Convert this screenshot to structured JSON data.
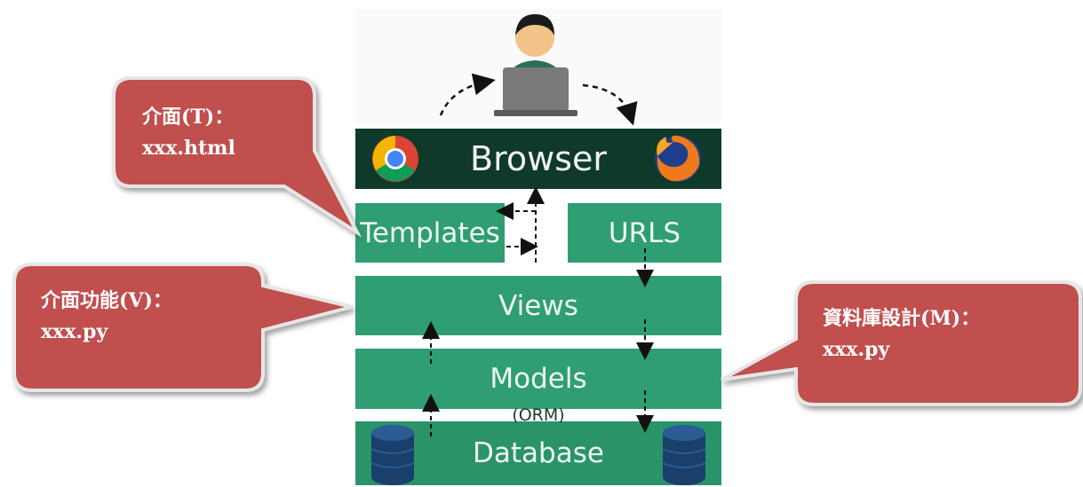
{
  "diagram": {
    "browser": {
      "label": "Browser"
    },
    "blocks": {
      "templates": "Templates",
      "urls": "URLS",
      "views": "Views",
      "models": "Models",
      "models_sub": "(ORM)",
      "database": "Database"
    },
    "callouts": [
      {
        "id": "templates-callout",
        "line1": "介面(T)：",
        "line2": "xxx.html"
      },
      {
        "id": "views-callout",
        "line1": "介面功能(V)：",
        "line2": "xxx.py"
      },
      {
        "id": "models-callout",
        "line1": "資料庫設計(M)：",
        "line2": "xxx.py"
      }
    ],
    "icons": {
      "user": "user-at-laptop-icon",
      "chrome": "chrome-icon",
      "firefox": "firefox-icon",
      "database": "database-cylinder-icon"
    },
    "colors": {
      "block_green": "#2f9e72",
      "browser_dark": "#0f3a2a",
      "callout_red": "#c0504d",
      "callout_border": "#e8e8e8"
    }
  }
}
